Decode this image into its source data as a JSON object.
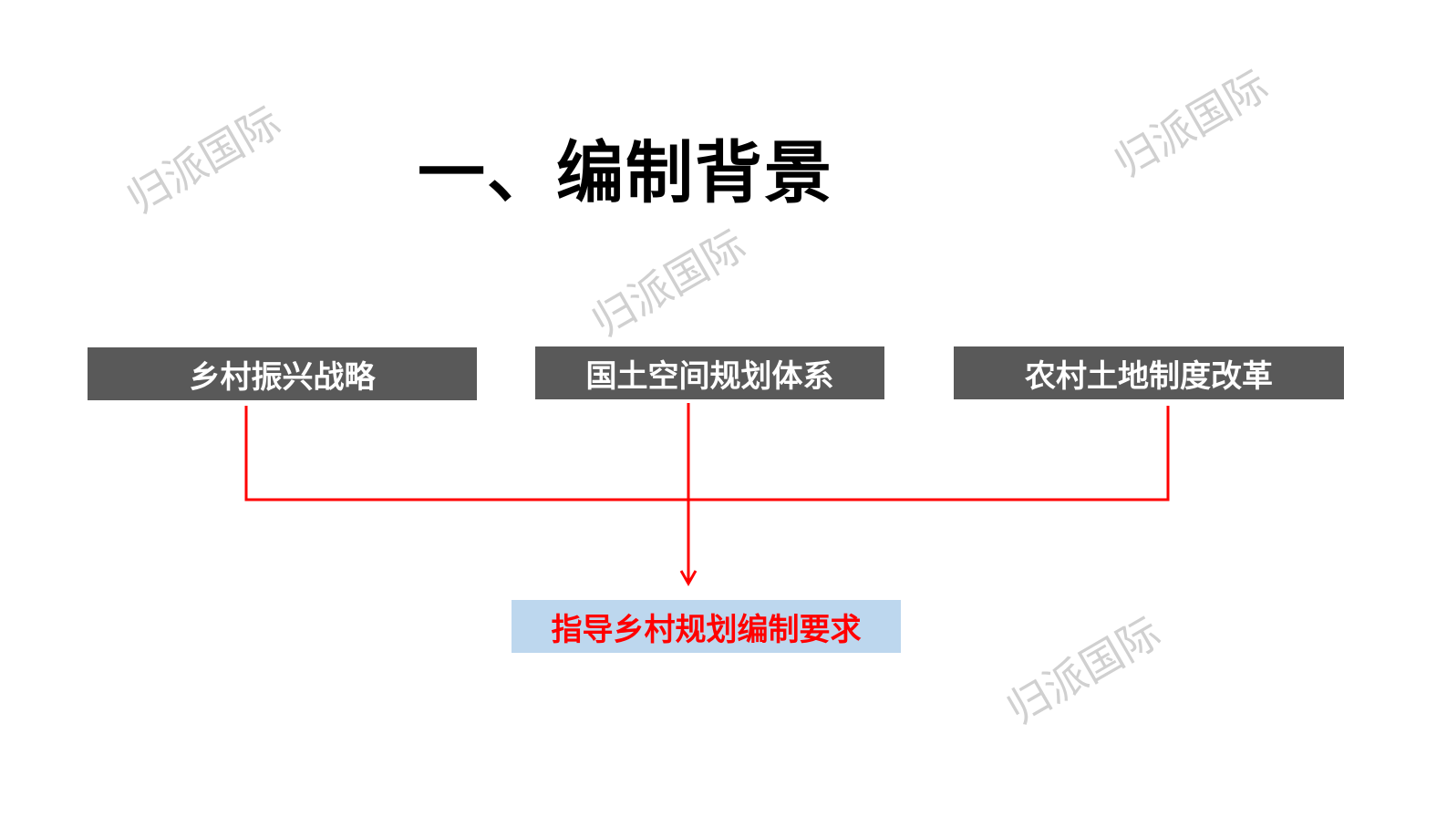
{
  "title": "一、编制背景",
  "sources": [
    {
      "label": "乡村振兴战略"
    },
    {
      "label": "国土空间规划体系"
    },
    {
      "label": "农村土地制度改革"
    }
  ],
  "target": {
    "label": "指导乡村规划编制要求"
  },
  "watermark": "归派国际",
  "colors": {
    "source_box": "#595959",
    "target_box": "#bdd7ee",
    "connector": "#ff0000",
    "target_text": "#ff0000"
  }
}
